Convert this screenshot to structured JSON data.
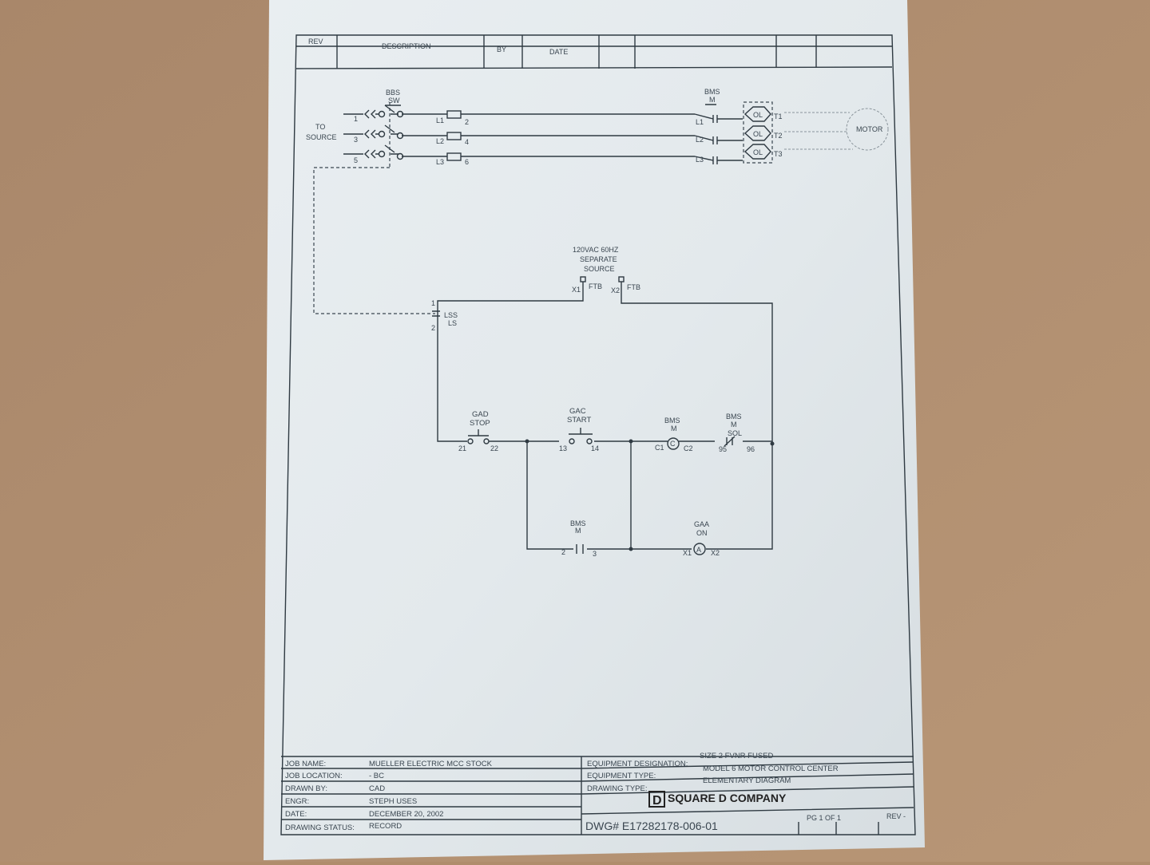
{
  "revision_block": {
    "rev": "REV",
    "description": "DESCRIPTION",
    "by": "BY",
    "date": "DATE"
  },
  "power_circuit": {
    "to_source": [
      "TO",
      "SOURCE"
    ],
    "disconnect": {
      "tag": "BBS",
      "name": "SW"
    },
    "terminals_in": [
      "1",
      "3",
      "5"
    ],
    "line_labels": [
      "L1",
      "L2",
      "L3"
    ],
    "fuse_out": [
      "2",
      "4",
      "6"
    ],
    "contactor": {
      "tag": "BMS",
      "name": "M",
      "lines": [
        "L1",
        "L2",
        "L3"
      ]
    },
    "overload": "OL",
    "terminals_out": [
      "T1",
      "T2",
      "T3"
    ],
    "motor": "MOTOR"
  },
  "control_circuit": {
    "source": [
      "120VAC 60HZ",
      "SEPARATE",
      "SOURCE"
    ],
    "x1": "X1",
    "x2": "X2",
    "ftb": "FTB",
    "switch": {
      "t1": "1",
      "t2": "2",
      "tag": "LSS",
      "name": "LS"
    },
    "stop": {
      "tag": "GAD",
      "name": "STOP",
      "a": "21",
      "b": "22"
    },
    "start": {
      "tag": "GAC",
      "name": "START",
      "a": "13",
      "b": "14"
    },
    "coil": {
      "tag": "BMS",
      "name": "M",
      "a": "C1",
      "b": "C2",
      "symbol": "C"
    },
    "ol_contact": {
      "tag": "BMS",
      "name": "M",
      "sub": "SOL",
      "a": "95",
      "b": "96"
    },
    "seal_in": {
      "tag": "BMS",
      "name": "M",
      "a": "2",
      "b": "3"
    },
    "pilot": {
      "tag": "GAA",
      "name": "ON",
      "a": "X1",
      "b": "X2",
      "symbol": "A"
    }
  },
  "title_block": {
    "rows": [
      {
        "label": "JOB NAME:",
        "value": "MUELLER ELECTRIC MCC STOCK"
      },
      {
        "label": "JOB LOCATION:",
        "value": "- BC"
      },
      {
        "label": "DRAWN BY:",
        "value": "CAD"
      },
      {
        "label": "ENGR:",
        "value": "STEPH USES"
      },
      {
        "label": "DATE:",
        "value": "DECEMBER 20, 2002"
      },
      {
        "label": "DRAWING STATUS:",
        "value": "RECORD"
      }
    ],
    "equipment_designation": {
      "label": "EQUIPMENT DESIGNATION:",
      "value": "SIZE 2 FVNR FUSED"
    },
    "equipment_type": {
      "label": "EQUIPMENT TYPE:",
      "value": "MODEL 6 MOTOR CONTROL CENTER"
    },
    "drawing_type": {
      "label": "DRAWING TYPE:",
      "value": "ELEMENTARY DIAGRAM"
    },
    "company": "SQUARE D COMPANY",
    "logo_letter": "D",
    "dwg": "DWG# E17282178-006-01",
    "page": "PG  1 OF  1",
    "rev": "REV -"
  }
}
